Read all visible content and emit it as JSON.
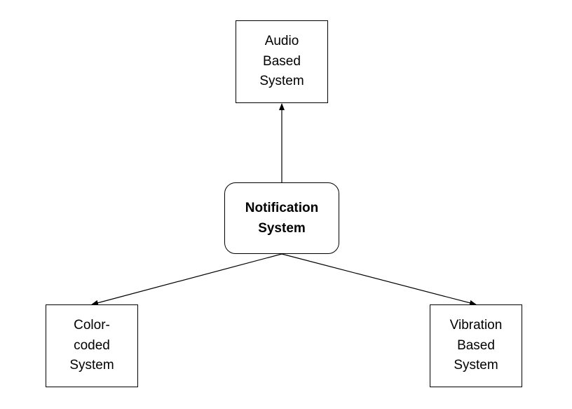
{
  "diagram": {
    "center": {
      "label": "Notification\nSystem"
    },
    "top": {
      "label": "Audio\nBased\nSystem"
    },
    "bottom_left": {
      "label": "Color-\ncoded\nSystem"
    },
    "bottom_right": {
      "label": "Vibration\nBased\nSystem"
    }
  },
  "colors": {
    "stroke": "#000000",
    "background": "#ffffff"
  }
}
